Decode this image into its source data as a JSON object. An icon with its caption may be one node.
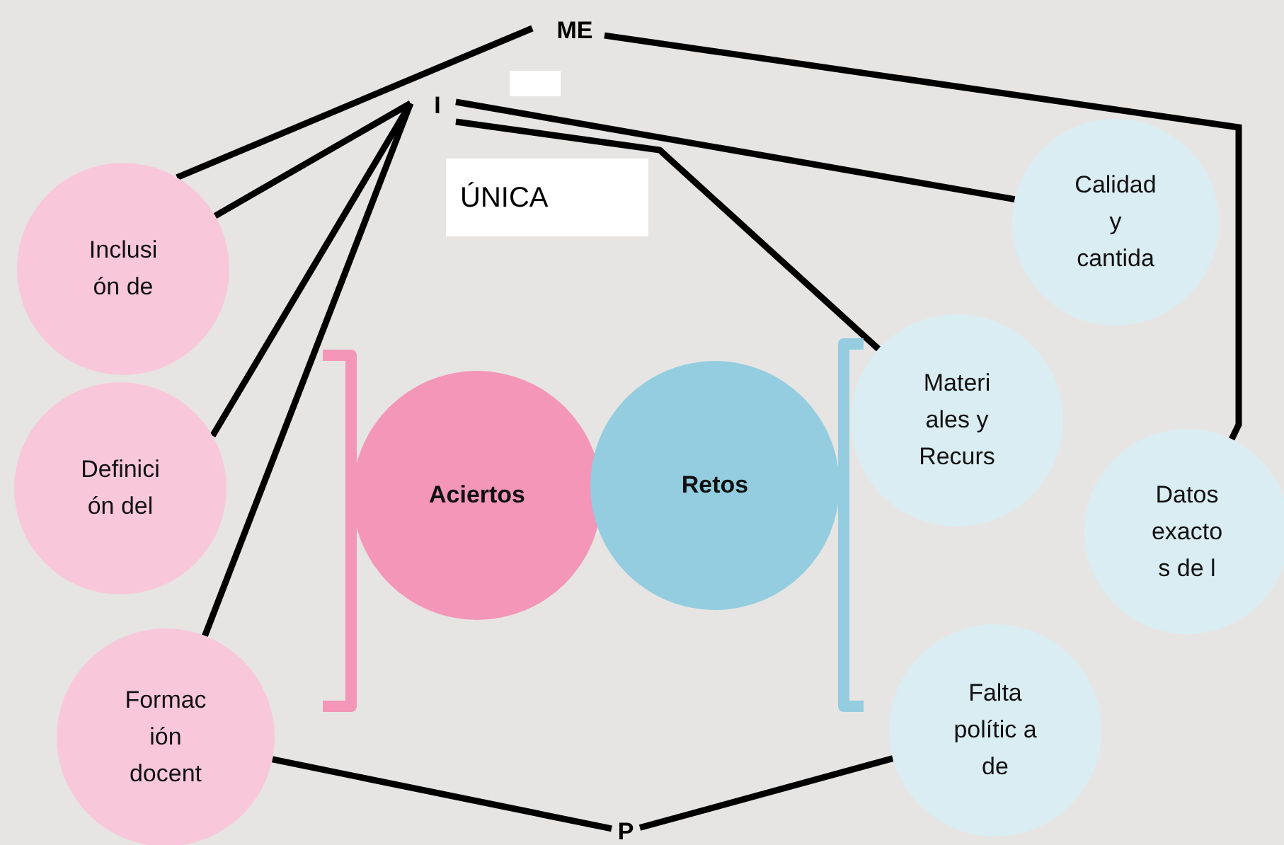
{
  "diagram": {
    "nodes": [
      {
        "text": [
          "ME"
        ]
      },
      {
        "text": [
          "I"
        ]
      },
      {
        "text": [],
        "shape": "box"
      },
      {
        "text": [
          "ÚNICA"
        ]
      },
      {
        "text": [
          "Inclusi ón de"
        ]
      },
      {
        "text": [
          "Definici ón del"
        ]
      },
      {
        "text": [
          "Formac ión docent"
        ]
      },
      {
        "text": [
          "Aciertos"
        ]
      },
      {
        "text": [
          "Retos"
        ]
      },
      {
        "text": [
          "Calidad y cantida"
        ]
      },
      {
        "text": [
          "Materi ales y Recurs"
        ]
      },
      {
        "text": [
          "Datos exacto s de l"
        ]
      },
      {
        "text": [
          "Falta polític a de"
        ]
      },
      {
        "text": [
          "P"
        ]
      }
    ],
    "edges": [
      {
        "from": 0,
        "to": 4,
        "arrow": "none"
      },
      {
        "from": 0,
        "to": 11,
        "arrow": "none"
      },
      {
        "from": 1,
        "to": 4,
        "arrow": "none"
      },
      {
        "from": 1,
        "to": 5,
        "arrow": "none"
      },
      {
        "from": 1,
        "to": 6,
        "arrow": "none"
      },
      {
        "from": 1,
        "to": 9,
        "arrow": "none"
      },
      {
        "from": 1,
        "to": 10,
        "arrow": "none"
      },
      {
        "from": 13,
        "to": 6,
        "arrow": "none"
      },
      {
        "from": 13,
        "to": 12,
        "arrow": "none"
      }
    ]
  }
}
